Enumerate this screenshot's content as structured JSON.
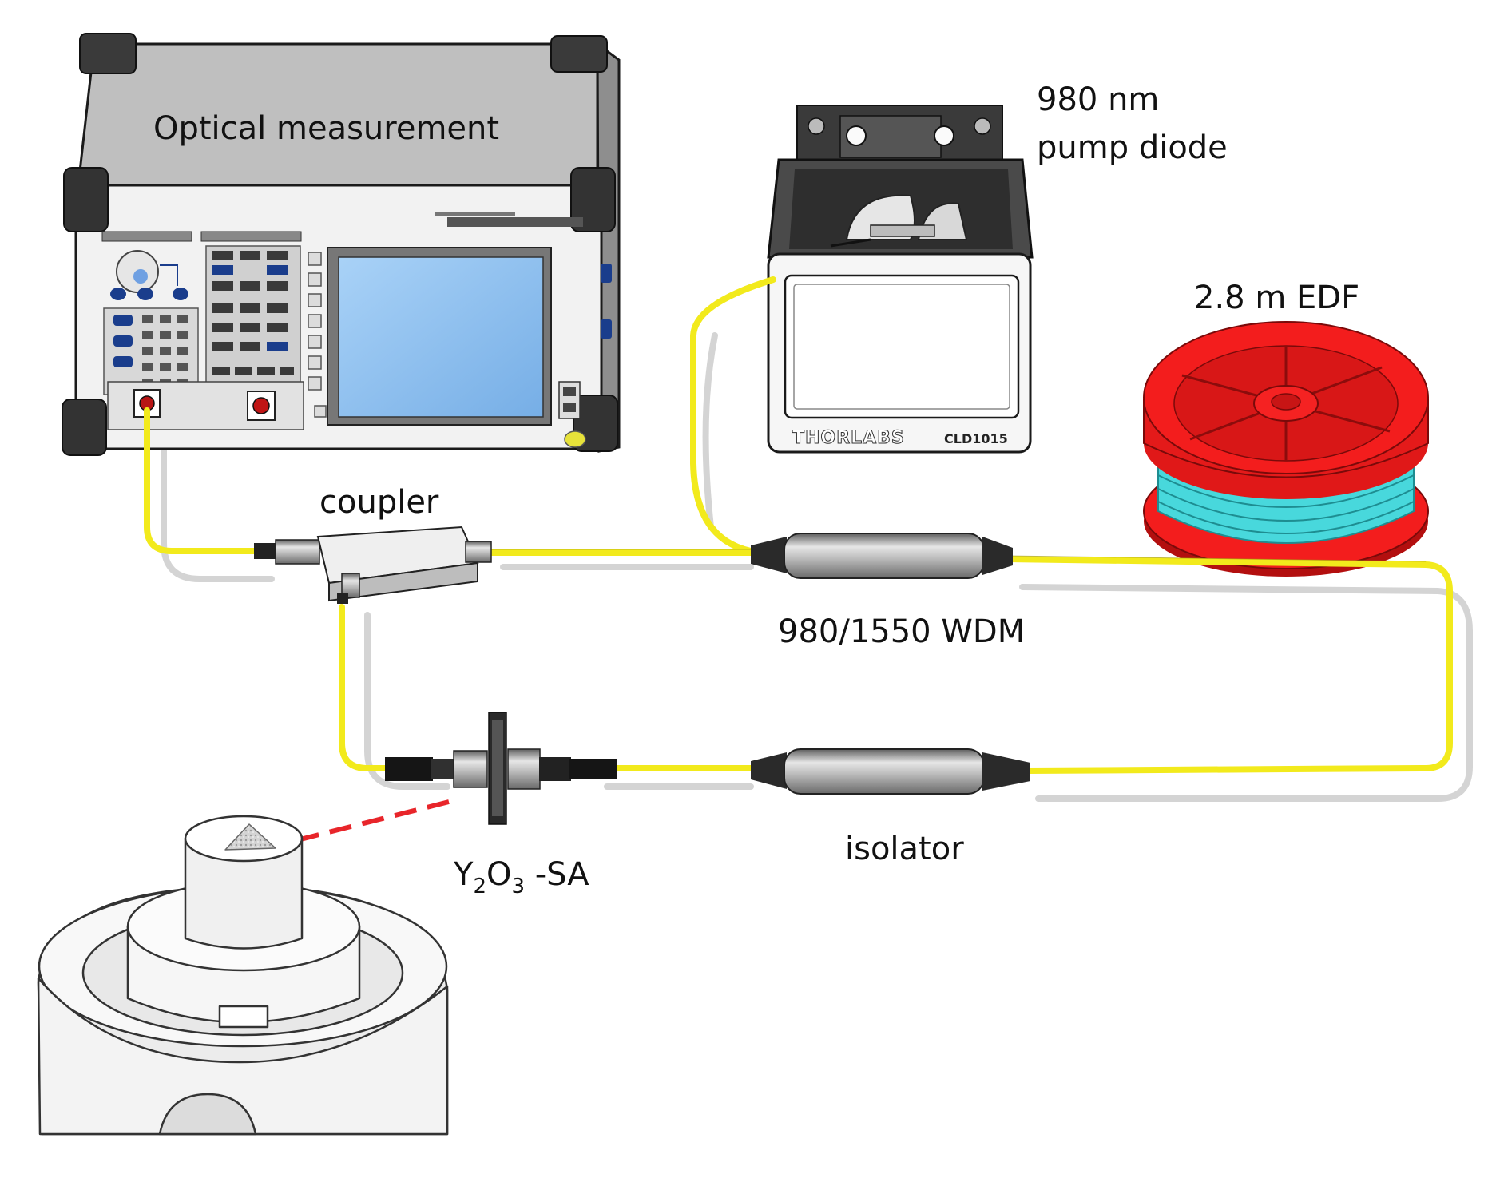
{
  "labels": {
    "optical_measurement": "Optical measurement",
    "pump_line1": "980 nm",
    "pump_line2": "pump diode",
    "edf": "2.8 m EDF",
    "coupler": "coupler",
    "wdm": "980/1550 WDM",
    "isolator": "isolator",
    "sa_prefix": "Y",
    "sa_sub1": "2",
    "sa_mid": "O",
    "sa_sub2": "3",
    "sa_suffix": " -SA"
  },
  "device_text": {
    "brand": "THORLABS",
    "model": "CLD1015"
  },
  "colors": {
    "fiber": "#f2ea1c",
    "spool": "#f31d1d",
    "spool_fiber": "#48d8dc",
    "arrow": "#e8252a",
    "osa_body": "#b9b9b9",
    "osa_screen": "#8fc0ee"
  }
}
